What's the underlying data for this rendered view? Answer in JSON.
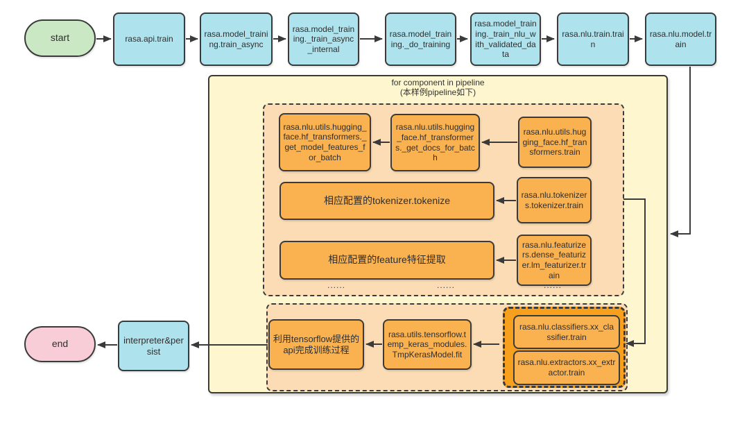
{
  "diagram": {
    "type": "flowchart",
    "loop_label": {
      "line1": "for component in pipeline",
      "line2": "(本样例pipeline如下)"
    },
    "ellipsis": "......",
    "nodes": {
      "start": "start",
      "api_train": "rasa.api.train",
      "train_async": "rasa.model_training.train_async",
      "train_async_internal": "rasa.model_training._train_async_internal",
      "do_training": "rasa.model_training._do_training",
      "train_nlu_with_validated_data": "rasa.model_training._train_nlu_with_validated_data",
      "nlu_train_train": "rasa.nlu.train.train",
      "nlu_model_train": "rasa.nlu.model.train",
      "get_model_features_for_batch": "rasa.nlu.utils.hugging_face.hf_transformers._get_model_features_for_batch",
      "get_docs_for_batch": "rasa.nlu.utils.hugging_face.hf_transformers._get_docs_for_batch",
      "hf_transformers_train": "rasa.nlu.utils.hugging_face.hf_transformers.train",
      "tokenizer_tokenize": "相应配置的tokenizer.tokenize",
      "tokenizer_train": "rasa.nlu.tokenizers.tokenizer.train",
      "featurizer_extract": "相应配置的feature特征提取",
      "featurizer_train": "rasa.nlu.featurizers.dense_featurizer.lm_featurizer.train",
      "tensorflow_api_train": "利用tensorflow提供的api完成训练过程",
      "tmp_keras_model_fit": "rasa.utils.tensorflow.temp_keras_modules.TmpKerasModel.fit",
      "classifier_train": "rasa.nlu.classifiers.xx_classifier.train",
      "extractor_train": "rasa.nlu.extractors.xx_extractor.train",
      "interpreter_persist": "interpreter&persist",
      "end": "end"
    },
    "colors": {
      "start_fill": "#c9e8c3",
      "end_fill": "#f9cdd8",
      "process_fill": "#aee3ee",
      "loop_container_fill": "#fdf6cf",
      "phase_container_fill": "#fbdcb4",
      "component_fill": "#fab150",
      "group_fill": "#f7a01e",
      "stroke": "#3a3a3a"
    }
  }
}
